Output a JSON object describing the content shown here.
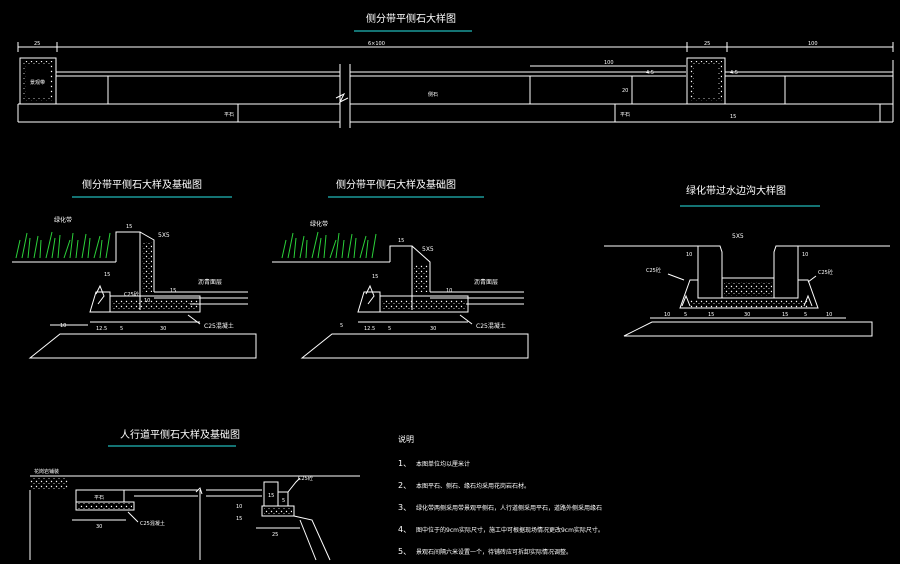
{
  "colors": {
    "background": "#000000",
    "line": "#ffffff",
    "title_underline": "#29e6e6",
    "grass": "#2bd13a",
    "accent": "#ffffff"
  },
  "top": {
    "title": "侧分带平侧石大样图",
    "dims": {
      "d1": "25",
      "d2": "6×100",
      "d3": "100",
      "d4": "25",
      "d5": "100",
      "d6": "4.5",
      "d7": "20",
      "d8": "4.5",
      "d9": "15"
    },
    "labels": {
      "l1": "景观带",
      "l2": "侧石",
      "l3": "平石",
      "l4": "平石"
    }
  },
  "d1": {
    "title": "侧分带平侧石大样及基础图",
    "labels": {
      "greenbelt": "绿化带",
      "chamfer": "5X5",
      "asphalt": "沥青面层",
      "conc": "C25砼",
      "conc2": "C25混凝土"
    },
    "dims": {
      "a": "15",
      "b": "15",
      "c": "15",
      "d": "10",
      "e": "12.5",
      "f": "5",
      "g": "30",
      "h": "10",
      "i": "5",
      "j": "5"
    }
  },
  "d2": {
    "title": "侧分带平侧石大样及基础图",
    "labels": {
      "greenbelt": "绿化带",
      "chamfer": "5X5",
      "asphalt": "沥青面层",
      "conc2": "C25混凝土"
    },
    "dims": {
      "a": "15",
      "b": "15",
      "c": "10",
      "e": "12.5",
      "f": "5",
      "g": "30",
      "i": "5"
    }
  },
  "d3": {
    "title": "绿化带过水边沟大样图",
    "labels": {
      "chamfer": "5X5",
      "left": "C25砼",
      "right": "C25砼"
    },
    "dims": {
      "a": "10",
      "b": "5",
      "c": "15",
      "d": "30",
      "e": "15",
      "f": "5",
      "g": "10",
      "h": "10",
      "i": "10"
    }
  },
  "d4": {
    "title": "人行道平侧石大样及基础图",
    "labels": {
      "left": "花岗岩铺装",
      "pave": "平石",
      "conc": "C25混凝土",
      "right": "C25砼"
    },
    "dims": {
      "a": "30",
      "b": "25",
      "c": "15",
      "d": "5",
      "e": "10",
      "f": "15"
    }
  },
  "notes": {
    "heading": "说明",
    "items": [
      {
        "num": "1、",
        "text": "本图单位均以厘米计"
      },
      {
        "num": "2、",
        "text": "本图平石、侧石、缘石均采用花岗岩石材。"
      },
      {
        "num": "3、",
        "text": "绿化带两侧采用带景观平侧石，人行道侧采用平石，道路外侧采用缘石"
      },
      {
        "num": "4、",
        "text": "图中位于的9cm实际尺寸，施工中可根据现场情况更改9cm实际尺寸。"
      },
      {
        "num": "5、",
        "text": "景观石间隔六米设置一个，待铺砖应可拆卸实际情况调整。"
      }
    ]
  }
}
